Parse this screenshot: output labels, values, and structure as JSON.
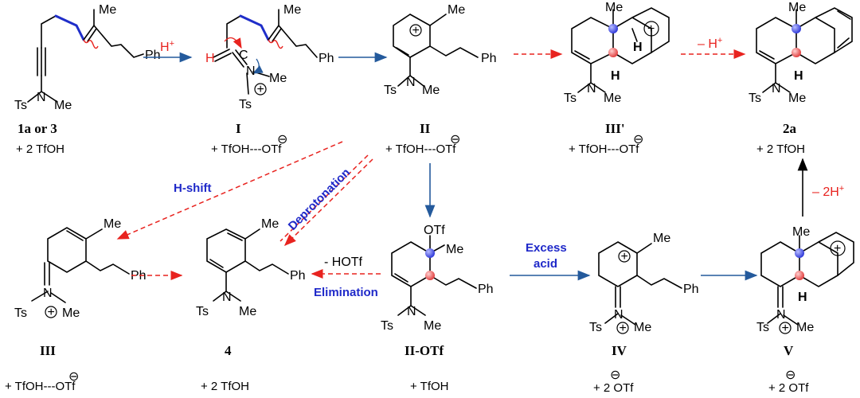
{
  "compounds": {
    "start": {
      "label": "1a or 3",
      "reagent": "+ 2 TfOH"
    },
    "I": {
      "label": "I",
      "reagent": "+ TfOH---OTf"
    },
    "II": {
      "label": "II",
      "reagent": "+ TfOH---OTf"
    },
    "IIIp": {
      "label": "III'",
      "reagent": "+ TfOH---OTf"
    },
    "2a": {
      "label": "2a",
      "reagent": "+ 2 TfOH"
    },
    "III": {
      "label": "III",
      "reagent": "+ TfOH---OTf"
    },
    "4": {
      "label": "4",
      "reagent": "+ 2 TfOH"
    },
    "IIOTf": {
      "label": "II-OTf",
      "reagent": "+ TfOH"
    },
    "IV": {
      "label": "IV",
      "reagent": "+ 2 OTf"
    },
    "V": {
      "label": "V",
      "reagent": "+ 2 OTf"
    }
  },
  "atoms": {
    "me": "Me",
    "ph": "Ph",
    "ts": "Ts",
    "n": "N",
    "h": "H",
    "c": "C",
    "otf": "OTf",
    "charge_plus": "+",
    "charge_minus": "⊖"
  },
  "arrows": {
    "h_plus": "H",
    "h_plus_sup": "+",
    "minus_h": "– H",
    "minus_h_sup": "+",
    "minus_2h": "– 2H",
    "minus_2h_sup": "+",
    "h_shift": "H-shift",
    "deprotonation": "Deprotonation",
    "minus_hotf": "- HOTf",
    "elimination": "Elimination",
    "excess": "Excess",
    "acid": "acid"
  },
  "colors": {
    "blue_bond": "#1f2ec9",
    "red_dashed": "#e8231f",
    "arrow_blue": "#245a9c",
    "atom_blue": "#5058e0",
    "atom_red": "#ec6a6a"
  }
}
